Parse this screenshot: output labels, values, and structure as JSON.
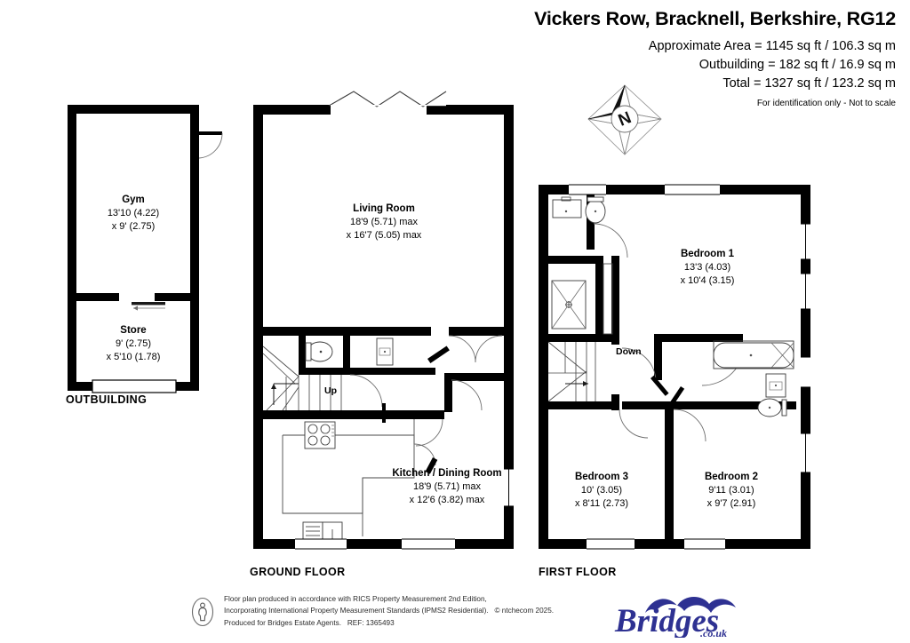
{
  "header": {
    "title": "Vickers Row, Bracknell, Berkshire, RG12",
    "area_line_1": "Approximate Area = 1145 sq ft / 106.3 sq m",
    "area_line_2": "Outbuilding = 182 sq ft / 16.9 sq m",
    "area_line_3": "Total = 1327 sq ft / 123.2 sq m",
    "disclaimer": "For identification only - Not to scale"
  },
  "compass": {
    "north_label": "N"
  },
  "floors": {
    "outbuilding_caption": "OUTBUILDING",
    "ground_caption": "GROUND FLOOR",
    "first_caption": "FIRST FLOOR"
  },
  "rooms": {
    "gym": {
      "name": "Gym",
      "dim1": "13'10 (4.22)",
      "dim2": "x 9' (2.75)"
    },
    "store": {
      "name": "Store",
      "dim1": "9' (2.75)",
      "dim2": "x 5'10 (1.78)"
    },
    "living": {
      "name": "Living Room",
      "dim1": "18'9 (5.71) max",
      "dim2": "x 16'7 (5.05) max"
    },
    "kitchen": {
      "name": "Kitchen / Dining Room",
      "dim1": "18'9 (5.71) max",
      "dim2": "x 12'6 (3.82) max"
    },
    "bed1": {
      "name": "Bedroom 1",
      "dim1": "13'3 (4.03)",
      "dim2": "x 10'4 (3.15)"
    },
    "bed2": {
      "name": "Bedroom 2",
      "dim1": "9'11 (3.01)",
      "dim2": "x 9'7 (2.91)"
    },
    "bed3": {
      "name": "Bedroom 3",
      "dim1": "10' (3.05)",
      "dim2": "x 8'11 (2.73)"
    }
  },
  "stairs": {
    "up_label": "Up",
    "down_label": "Down"
  },
  "footer": {
    "line1": "Floor plan produced in accordance with RICS Property Measurement 2nd Edition,",
    "line2": "Incorporating International Property Measurement Standards (IPMS2 Residential).",
    "line2b": "© ntchecom 2025.",
    "line3": "Produced for Bridges Estate Agents.",
    "line3b": "REF: 1365493",
    "logo_text": "Bridges",
    "logo_suffix": ".co.uk"
  },
  "colors": {
    "wall": "#000000",
    "fixture_line": "#555555",
    "logo": "#2e3192",
    "paper": "#ffffff"
  }
}
